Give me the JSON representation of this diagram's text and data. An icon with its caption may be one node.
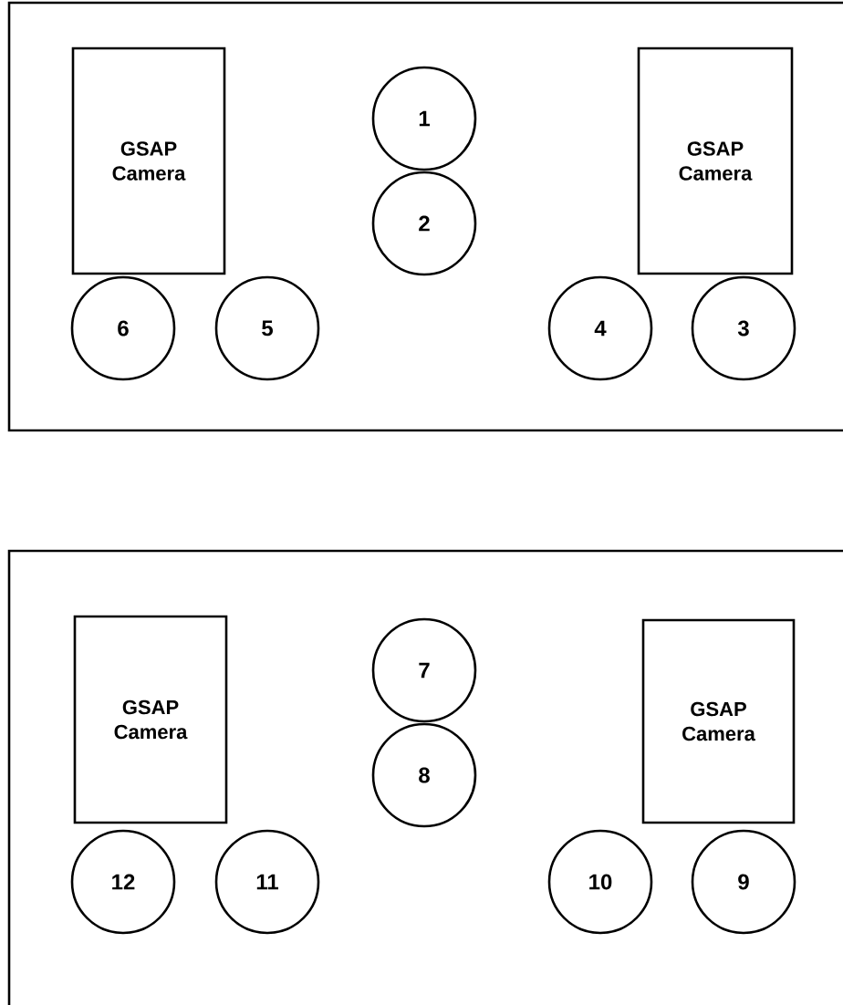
{
  "diagram": {
    "nodes": [
      {
        "text": [],
        "shape": "box"
      },
      {
        "text": [
          "GSAP Camera"
        ],
        "in": 0
      },
      {
        "text": [
          "1"
        ],
        "in": 0
      },
      {
        "text": [
          "GSAP Camera"
        ],
        "in": 0
      },
      {
        "text": [
          "2"
        ],
        "in": 0
      },
      {
        "text": [
          "6"
        ],
        "in": 0
      },
      {
        "text": [
          "5"
        ],
        "in": 0
      },
      {
        "text": [
          "4"
        ],
        "in": 0
      },
      {
        "text": [
          "3"
        ],
        "in": 0
      },
      {
        "text": [],
        "shape": "box"
      },
      {
        "text": [
          "GSAP Camera"
        ],
        "in": 9
      },
      {
        "text": [
          "7"
        ],
        "in": 9
      },
      {
        "text": [
          "GSAP Camera"
        ],
        "in": 9
      },
      {
        "text": [
          "8"
        ],
        "in": 9
      },
      {
        "text": [
          "12"
        ],
        "in": 9
      },
      {
        "text": [
          "11"
        ],
        "in": 9
      },
      {
        "text": [
          "10"
        ],
        "in": 9
      },
      {
        "text": [
          "9"
        ],
        "in": 9
      }
    ]
  }
}
